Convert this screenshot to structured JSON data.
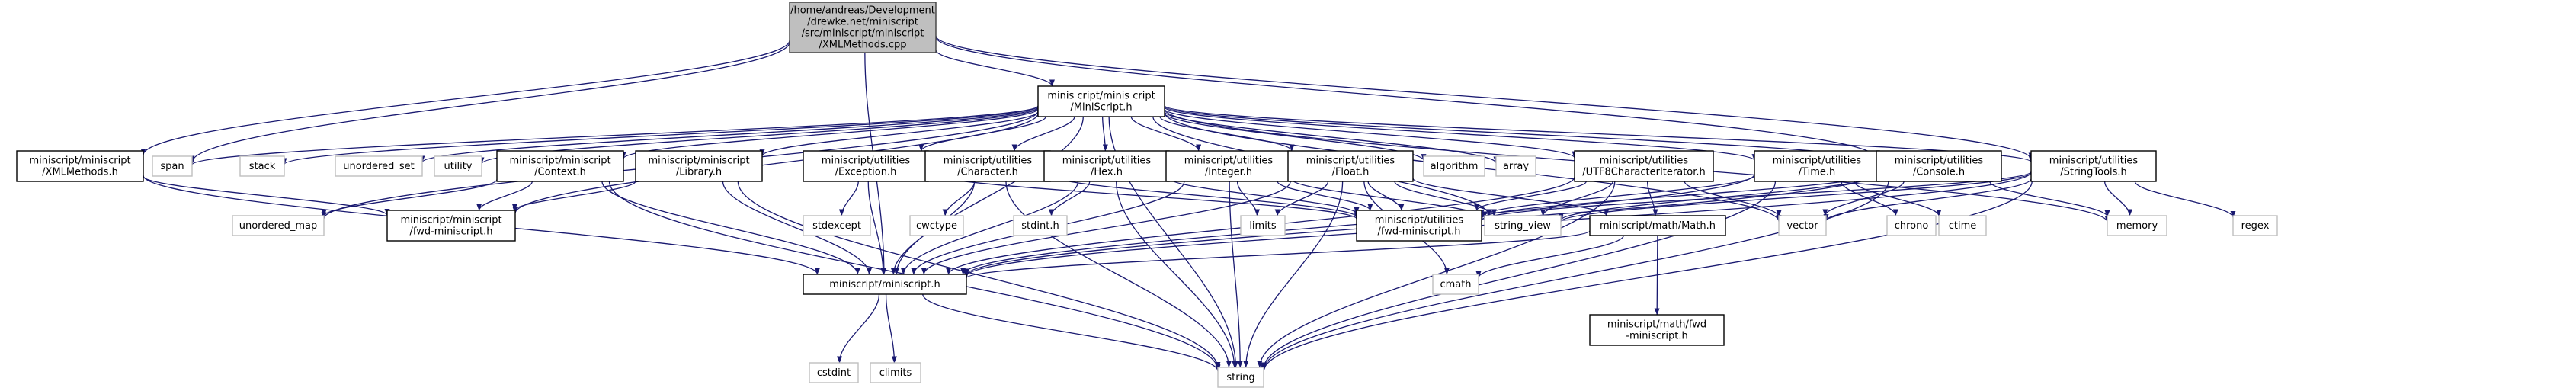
{
  "graph": {
    "edge_color": "#191970",
    "root_fill": "#bfbfbf",
    "nodes": {
      "root": {
        "lines": [
          "/home/andreas/Development",
          "/drewke.net/miniscript",
          "/src/miniscript/miniscript",
          "/XMLMethods.cpp"
        ],
        "kind": "root"
      },
      "xmlmethods": {
        "lines": [
          "miniscript/miniscript",
          "/XMLMethods.h"
        ],
        "kind": "file"
      },
      "span": {
        "lines": [
          "span"
        ],
        "kind": "ext"
      },
      "minis": {
        "lines": [
          "minis cript/minis cript",
          "/MiniScript.h"
        ],
        "kind": "file"
      },
      "stack": {
        "lines": [
          "stack"
        ],
        "kind": "ext"
      },
      "uset": {
        "lines": [
          "unordered_set"
        ],
        "kind": "ext"
      },
      "utility": {
        "lines": [
          "utility"
        ],
        "kind": "ext"
      },
      "context": {
        "lines": [
          "miniscript/miniscript",
          "/Context.h"
        ],
        "kind": "file"
      },
      "library": {
        "lines": [
          "miniscript/miniscript",
          "/Library.h"
        ],
        "kind": "file"
      },
      "exception": {
        "lines": [
          "miniscript/utilities",
          "/Exception.h"
        ],
        "kind": "file"
      },
      "character": {
        "lines": [
          "miniscript/utilities",
          "/Character.h"
        ],
        "kind": "file"
      },
      "hex": {
        "lines": [
          "miniscript/utilities",
          "/Hex.h"
        ],
        "kind": "file"
      },
      "integer": {
        "lines": [
          "miniscript/utilities",
          "/Integer.h"
        ],
        "kind": "file"
      },
      "float": {
        "lines": [
          "miniscript/utilities",
          "/Float.h"
        ],
        "kind": "file"
      },
      "algorithm": {
        "lines": [
          "algorithm"
        ],
        "kind": "ext"
      },
      "array": {
        "lines": [
          "array"
        ],
        "kind": "ext"
      },
      "utf8": {
        "lines": [
          "miniscript/utilities",
          "/UTF8CharacterIterator.h"
        ],
        "kind": "file"
      },
      "time": {
        "lines": [
          "miniscript/utilities",
          "/Time.h"
        ],
        "kind": "file"
      },
      "console": {
        "lines": [
          "miniscript/utilities",
          "/Console.h"
        ],
        "kind": "file"
      },
      "stringtools": {
        "lines": [
          "miniscript/utilities",
          "/StringTools.h"
        ],
        "kind": "file"
      },
      "umap": {
        "lines": [
          "unordered_map"
        ],
        "kind": "ext"
      },
      "fwdmini": {
        "lines": [
          "miniscript/miniscript",
          "/fwd-miniscript.h"
        ],
        "kind": "file"
      },
      "stdexcept": {
        "lines": [
          "stdexcept"
        ],
        "kind": "ext"
      },
      "cwctype": {
        "lines": [
          "cwctype"
        ],
        "kind": "ext"
      },
      "stdinth": {
        "lines": [
          "stdint.h"
        ],
        "kind": "ext"
      },
      "limits": {
        "lines": [
          "limits"
        ],
        "kind": "ext"
      },
      "fwdutil": {
        "lines": [
          "miniscript/utilities",
          "/fwd-miniscript.h"
        ],
        "kind": "file"
      },
      "stringview": {
        "lines": [
          "string_view"
        ],
        "kind": "ext"
      },
      "math": {
        "lines": [
          "miniscript/math/Math.h"
        ],
        "kind": "file"
      },
      "vector": {
        "lines": [
          "vector"
        ],
        "kind": "ext"
      },
      "chrono": {
        "lines": [
          "chrono"
        ],
        "kind": "ext"
      },
      "ctime": {
        "lines": [
          "ctime"
        ],
        "kind": "ext"
      },
      "memory": {
        "lines": [
          "memory"
        ],
        "kind": "ext"
      },
      "regex": {
        "lines": [
          "regex"
        ],
        "kind": "ext"
      },
      "minish": {
        "lines": [
          "miniscript/miniscript.h"
        ],
        "kind": "file"
      },
      "cmath": {
        "lines": [
          "cmath"
        ],
        "kind": "ext"
      },
      "mathfwd": {
        "lines": [
          "miniscript/math/fwd",
          "-miniscript.h"
        ],
        "kind": "file"
      },
      "cstdint": {
        "lines": [
          "cstdint"
        ],
        "kind": "ext"
      },
      "climits": {
        "lines": [
          "climits"
        ],
        "kind": "ext"
      },
      "string": {
        "lines": [
          "string"
        ],
        "kind": "ext"
      }
    },
    "edges": [
      [
        "root",
        "xmlmethods"
      ],
      [
        "root",
        "span"
      ],
      [
        "root",
        "minis"
      ],
      [
        "root",
        "minish"
      ],
      [
        "root",
        "stringtools"
      ],
      [
        "root",
        "console"
      ],
      [
        "xmlmethods",
        "fwdmini"
      ],
      [
        "xmlmethods",
        "minish"
      ],
      [
        "minis",
        "span"
      ],
      [
        "minis",
        "stack"
      ],
      [
        "minis",
        "uset"
      ],
      [
        "minis",
        "utility"
      ],
      [
        "minis",
        "umap"
      ],
      [
        "minis",
        "fwdmini"
      ],
      [
        "minis",
        "context"
      ],
      [
        "minis",
        "library"
      ],
      [
        "minis",
        "exception"
      ],
      [
        "minis",
        "character"
      ],
      [
        "minis",
        "hex"
      ],
      [
        "minis",
        "integer"
      ],
      [
        "minis",
        "float"
      ],
      [
        "minis",
        "algorithm"
      ],
      [
        "minis",
        "array"
      ],
      [
        "minis",
        "utf8"
      ],
      [
        "minis",
        "time"
      ],
      [
        "minis",
        "console"
      ],
      [
        "minis",
        "stringtools"
      ],
      [
        "minis",
        "minish"
      ],
      [
        "minis",
        "stringview"
      ],
      [
        "minis",
        "vector"
      ],
      [
        "minis",
        "memory"
      ],
      [
        "minis",
        "string"
      ],
      [
        "context",
        "umap"
      ],
      [
        "context",
        "fwdmini"
      ],
      [
        "context",
        "minish"
      ],
      [
        "context",
        "string"
      ],
      [
        "library",
        "fwdmini"
      ],
      [
        "library",
        "minish"
      ],
      [
        "library",
        "string"
      ],
      [
        "exception",
        "stdexcept"
      ],
      [
        "exception",
        "minish"
      ],
      [
        "exception",
        "fwdutil"
      ],
      [
        "character",
        "cwctype"
      ],
      [
        "character",
        "minish"
      ],
      [
        "character",
        "fwdutil"
      ],
      [
        "character",
        "string"
      ],
      [
        "hex",
        "stdinth"
      ],
      [
        "hex",
        "minish"
      ],
      [
        "hex",
        "fwdutil"
      ],
      [
        "hex",
        "string"
      ],
      [
        "integer",
        "limits"
      ],
      [
        "integer",
        "minish"
      ],
      [
        "integer",
        "fwdutil"
      ],
      [
        "integer",
        "string"
      ],
      [
        "integer",
        "stringview"
      ],
      [
        "float",
        "limits"
      ],
      [
        "float",
        "minish"
      ],
      [
        "float",
        "fwdutil"
      ],
      [
        "float",
        "string"
      ],
      [
        "float",
        "stringview"
      ],
      [
        "float",
        "cmath"
      ],
      [
        "float",
        "math"
      ],
      [
        "utf8",
        "fwdutil"
      ],
      [
        "utf8",
        "minish"
      ],
      [
        "utf8",
        "stringview"
      ],
      [
        "utf8",
        "vector"
      ],
      [
        "utf8",
        "string"
      ],
      [
        "utf8",
        "math"
      ],
      [
        "time",
        "chrono"
      ],
      [
        "time",
        "ctime"
      ],
      [
        "time",
        "minish"
      ],
      [
        "time",
        "fwdutil"
      ],
      [
        "time",
        "string"
      ],
      [
        "console",
        "minish"
      ],
      [
        "console",
        "fwdutil"
      ],
      [
        "console",
        "vector"
      ],
      [
        "console",
        "memory"
      ],
      [
        "console",
        "string"
      ],
      [
        "console",
        "stringview"
      ],
      [
        "stringtools",
        "regex"
      ],
      [
        "stringtools",
        "minish"
      ],
      [
        "stringtools",
        "fwdutil"
      ],
      [
        "stringtools",
        "string"
      ],
      [
        "stringtools",
        "stringview"
      ],
      [
        "stringtools",
        "vector"
      ],
      [
        "stringtools",
        "memory"
      ],
      [
        "math",
        "cmath"
      ],
      [
        "math",
        "mathfwd"
      ],
      [
        "math",
        "minish"
      ],
      [
        "minish",
        "cstdint"
      ],
      [
        "minish",
        "climits"
      ],
      [
        "minish",
        "string"
      ]
    ]
  }
}
